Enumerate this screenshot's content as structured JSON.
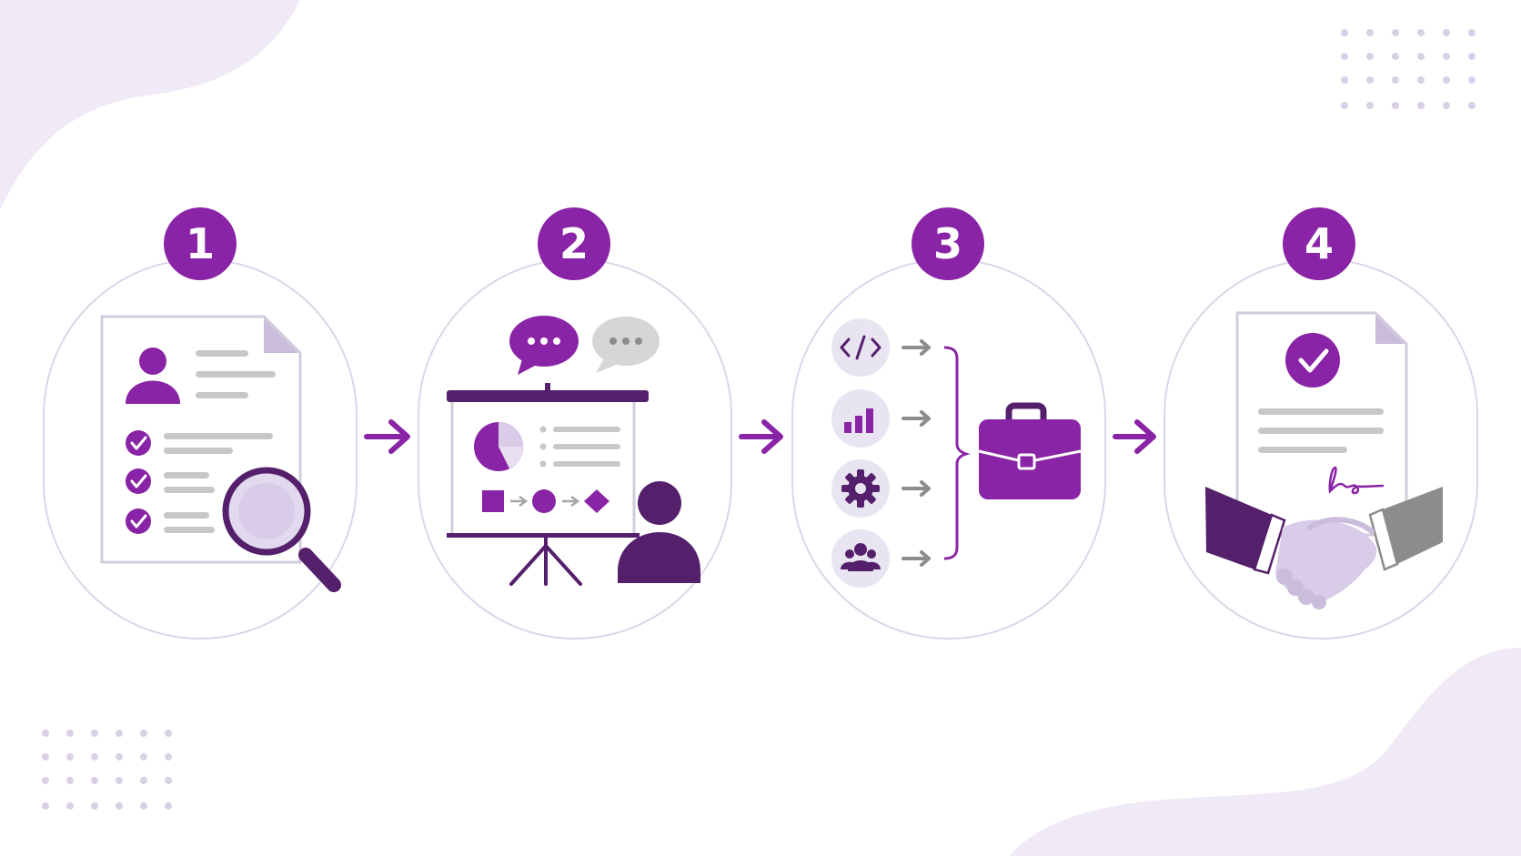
{
  "steps": [
    {
      "number": "1",
      "icon": "resume-review-icon"
    },
    {
      "number": "2",
      "icon": "presentation-interview-icon"
    },
    {
      "number": "3",
      "icon": "skills-to-job-icon"
    },
    {
      "number": "4",
      "icon": "signed-offer-handshake-icon"
    }
  ],
  "colors": {
    "primary": "#8a24a6",
    "dark": "#55206b",
    "light": "#e2d9ee",
    "lighter": "#efeaf6",
    "gray": "#a5a5a5",
    "outline": "#ddd5e8",
    "background": "#ffffff"
  }
}
